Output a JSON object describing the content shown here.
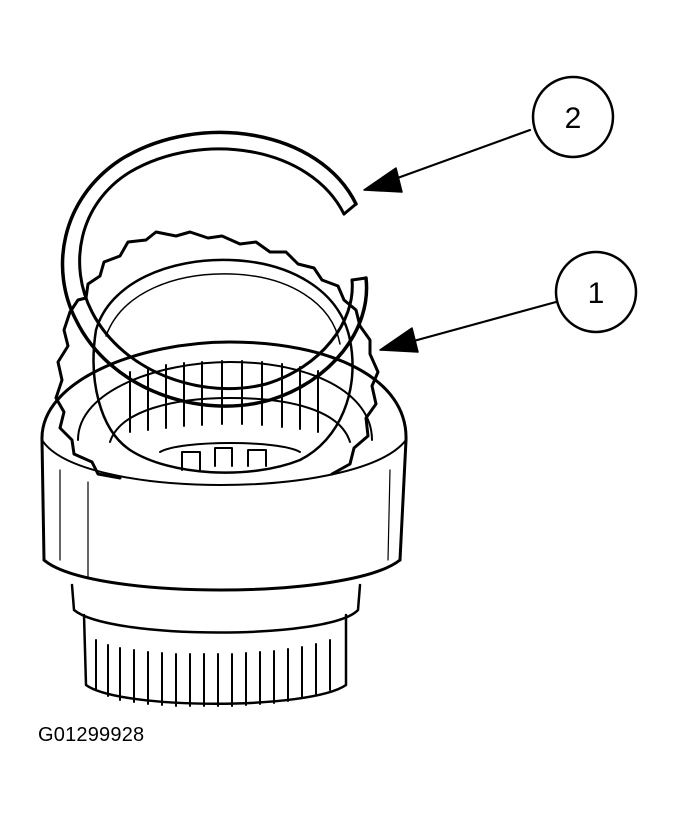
{
  "figure": {
    "id_label": "G01299928",
    "callouts": [
      {
        "number": "1",
        "target": "snap-ring"
      },
      {
        "number": "2",
        "target": "split-seal-ring"
      }
    ]
  },
  "colors": {
    "line": "#000000",
    "background": "#ffffff"
  }
}
